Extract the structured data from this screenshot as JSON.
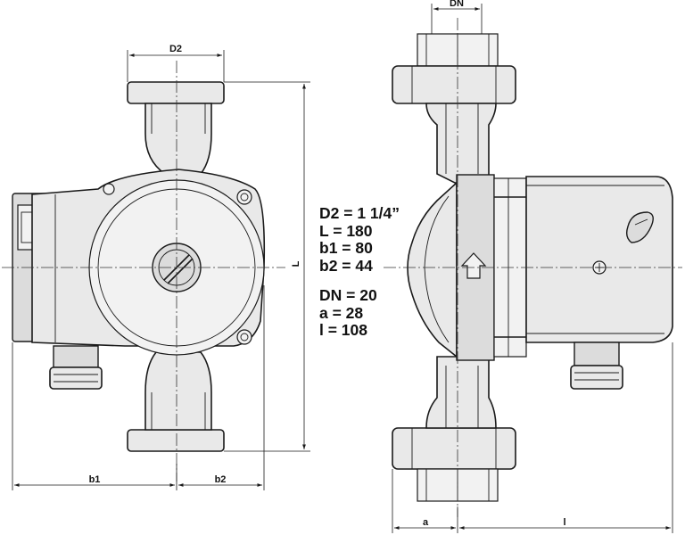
{
  "dimension_labels": {
    "d2": "D2",
    "dn": "DN",
    "l_height": "L",
    "b1": "b1",
    "b2": "b2",
    "a": "a",
    "l_length": "l"
  },
  "specs": {
    "group1": [
      "D2 = 1 1/4”",
      "L = 180",
      "b1 = 80",
      "b2 = 44"
    ],
    "group2": [
      "DN = 20",
      "a = 28",
      "l = 108"
    ]
  }
}
